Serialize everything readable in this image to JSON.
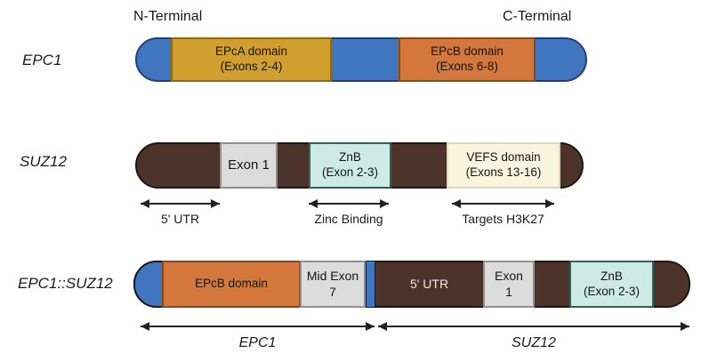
{
  "header": {
    "n_terminal": "N-Terminal",
    "c_terminal": "C-Terminal"
  },
  "colors": {
    "backbone_blue": "#4076c0",
    "backbone_brown": "#4b332a",
    "epca_gold": "#d09f2e",
    "epcb_orange": "#d3773d",
    "exon_gray": "#dcdcdc",
    "znb_teal": "#cdebe3",
    "vefs_cream": "#f9f4de"
  },
  "epc1_row": {
    "label": "EPC1",
    "epca_line1": "EPcA domain",
    "epca_line2": "(Exons 2-4)",
    "epcb_line1": "EPcB domain",
    "epcb_line2": "(Exons 6-8)"
  },
  "suz12_row": {
    "label": "SUZ12",
    "exon1": "Exon 1",
    "znb_line1": "ZnB",
    "znb_line2": "(Exon 2-3)",
    "vefs_line1": "VEFS domain",
    "vefs_line2": "(Exons 13-16)",
    "utr_annotation": "5' UTR",
    "zinc_annotation": "Zinc Binding",
    "h3k27_annotation": "Targets H3K27"
  },
  "fusion_row": {
    "label": "EPC1::SUZ12",
    "epcb": "EPcB domain",
    "mid_exon_line1": "Mid Exon",
    "mid_exon_line2": "7",
    "utr": "5' UTR",
    "exon1_line1": "Exon",
    "exon1_line2": "1",
    "znb_line1": "ZnB",
    "znb_line2": "(Exon 2-3)",
    "epc1_annotation": "EPC1",
    "suz12_annotation": "SUZ12"
  }
}
